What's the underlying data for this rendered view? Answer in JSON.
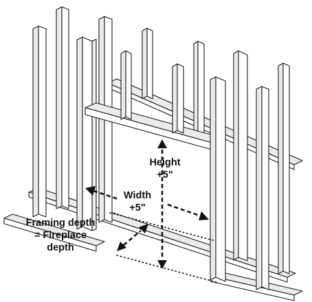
{
  "labels": {
    "height": "Height",
    "height_offset": "+5\"",
    "width": "Width",
    "width_offset": "+5\"",
    "depth_line1": "Framing depth",
    "depth_line2": "= Fireplace",
    "depth_line3": "depth"
  }
}
